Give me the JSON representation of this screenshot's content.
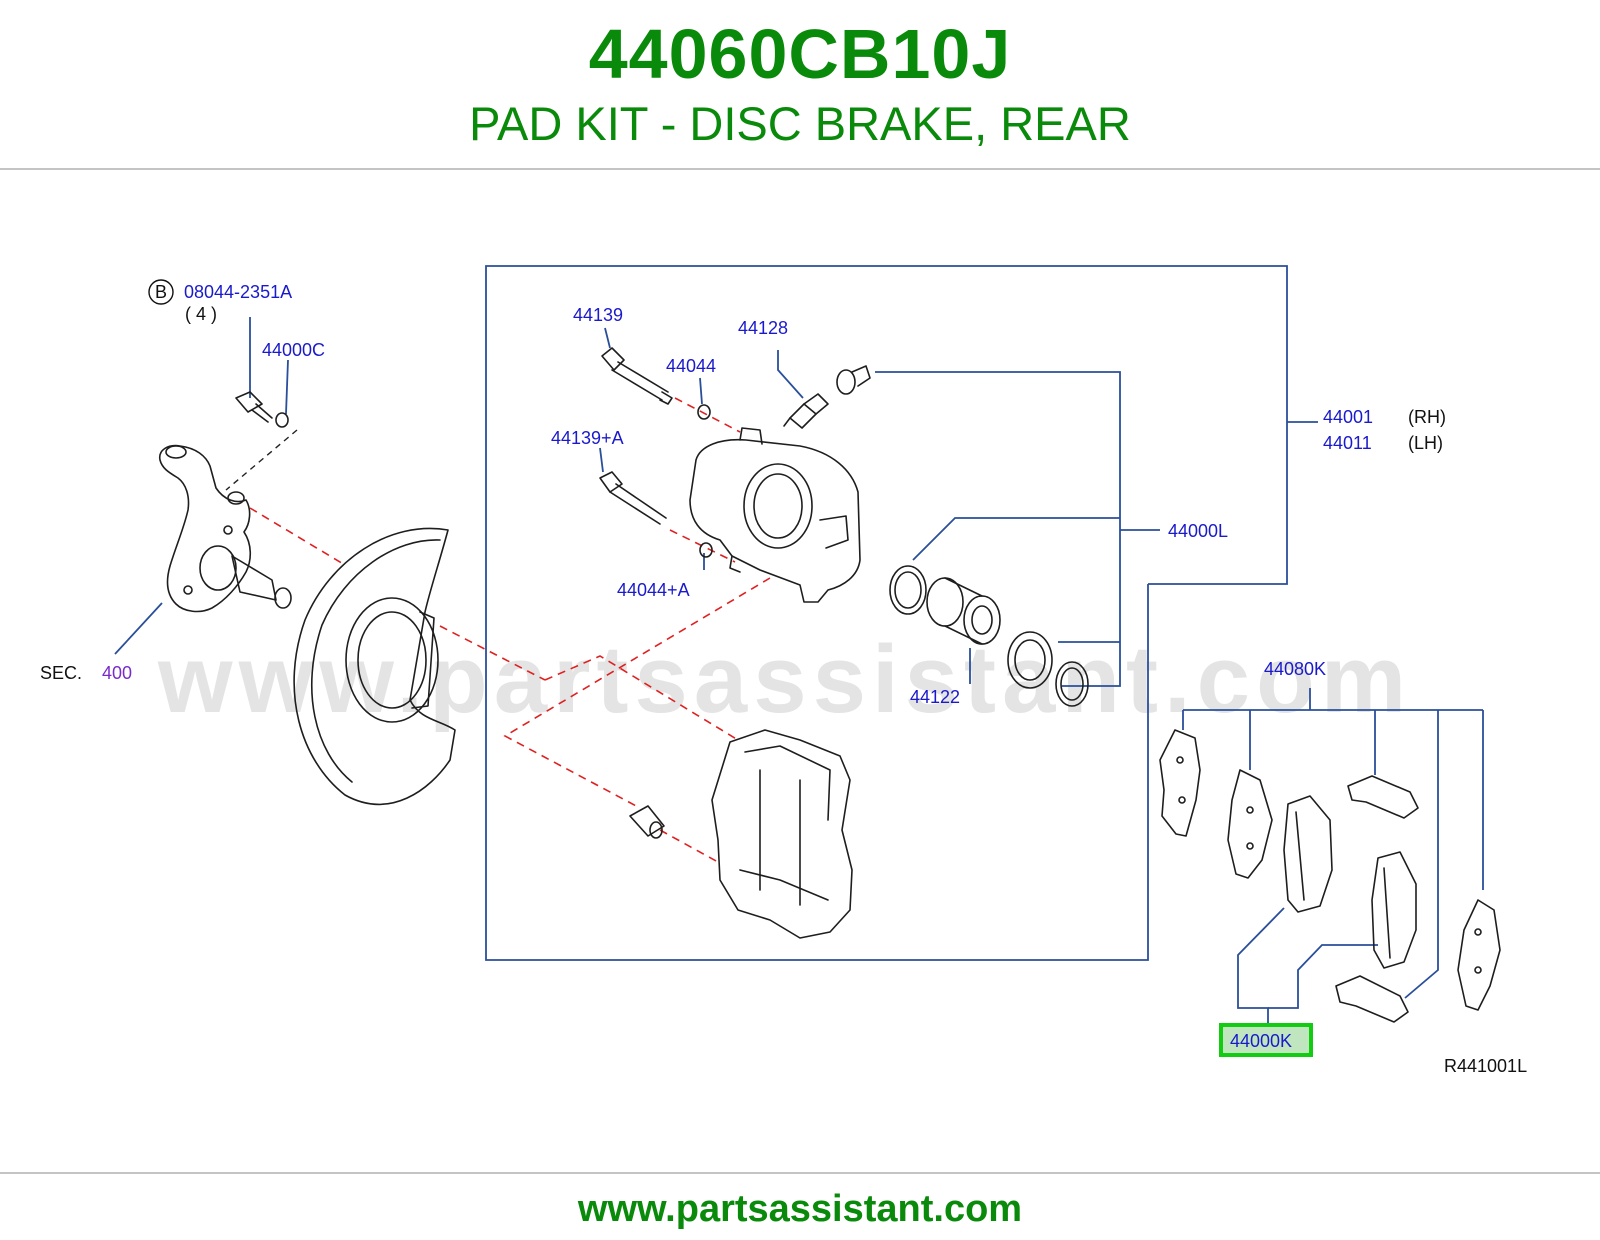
{
  "header": {
    "part_number": "44060CB10J",
    "part_name": "PAD KIT - DISC BRAKE, REAR"
  },
  "footer": {
    "website": "www.partsassistant.com"
  },
  "watermark": "www.partsassistant.com",
  "colors": {
    "title_green": "#0a8a0a",
    "callout_blue": "#1a1acc",
    "leader_blue": "#2a4f9a",
    "dashed_red": "#e02020",
    "highlight_green": "#12cc12",
    "highlight_fill": "#bfe6bf",
    "section_purple": "#7a2acc"
  },
  "diagram": {
    "bolt_marker": "B",
    "bolt_part": "08044-2351A",
    "bolt_qty": "( 4 )",
    "part_44000C": "44000C",
    "section_prefix": "SEC.",
    "section_number": "400",
    "part_44139": "44139",
    "part_44044": "44044",
    "part_44128": "44128",
    "part_44139A": "44139+A",
    "part_44044A": "44044+A",
    "part_44000L": "44000L",
    "part_44122": "44122",
    "part_44001": "44001",
    "part_44001_side": "(RH)",
    "part_44011": "44011",
    "part_44011_side": "(LH)",
    "part_44080K": "44080K",
    "part_44000K": "44000K",
    "diagram_ref": "R441001L"
  }
}
